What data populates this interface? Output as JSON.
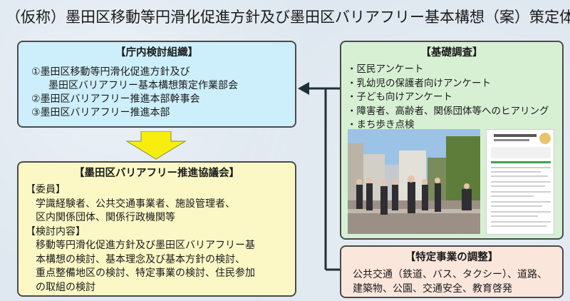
{
  "title": "（仮称）墨田区移動等円滑化促進方針及び墨田区バリアフリー基本構想（案）策定体制",
  "internal": {
    "heading": "【庁内検討組織】",
    "items": [
      "①墨田区移動等円滑化促進方針及び",
      "墨田区バリアフリー基本構想策定作業部会",
      "②墨田区バリアフリー推進本部幹事会",
      "③墨田区バリアフリー推進本部"
    ]
  },
  "council": {
    "heading": "【墨田区バリアフリー推進協議会】",
    "members_label": "【委員】",
    "members_lines": [
      "学識経験者、公共交通事業者、施設管理者、",
      "区内関係団体、関係行政機関等"
    ],
    "contents_label": "【検討内容】",
    "contents_lines": [
      "移動等円滑化促進方針及び墨田区バリアフリー基",
      "本構想の検討、基本理念及び基本方針の検討、",
      "重点整備地区の検討、特定事業の検討、住民参加",
      "の取組の検討"
    ]
  },
  "survey": {
    "heading": "【基礎調査】",
    "items": [
      "区民アンケート",
      "乳幼児の保護者向けアンケート",
      "子ども向けアンケート",
      "障害者、高齢者、関係団体等へのヒアリング",
      "まち歩き点検"
    ]
  },
  "special": {
    "heading": "【特定事業の調整】",
    "lines": [
      "公共交通（鉄道、バス、タクシー）、道路、",
      "建築物、公園、交通安全、教育啓発"
    ]
  }
}
